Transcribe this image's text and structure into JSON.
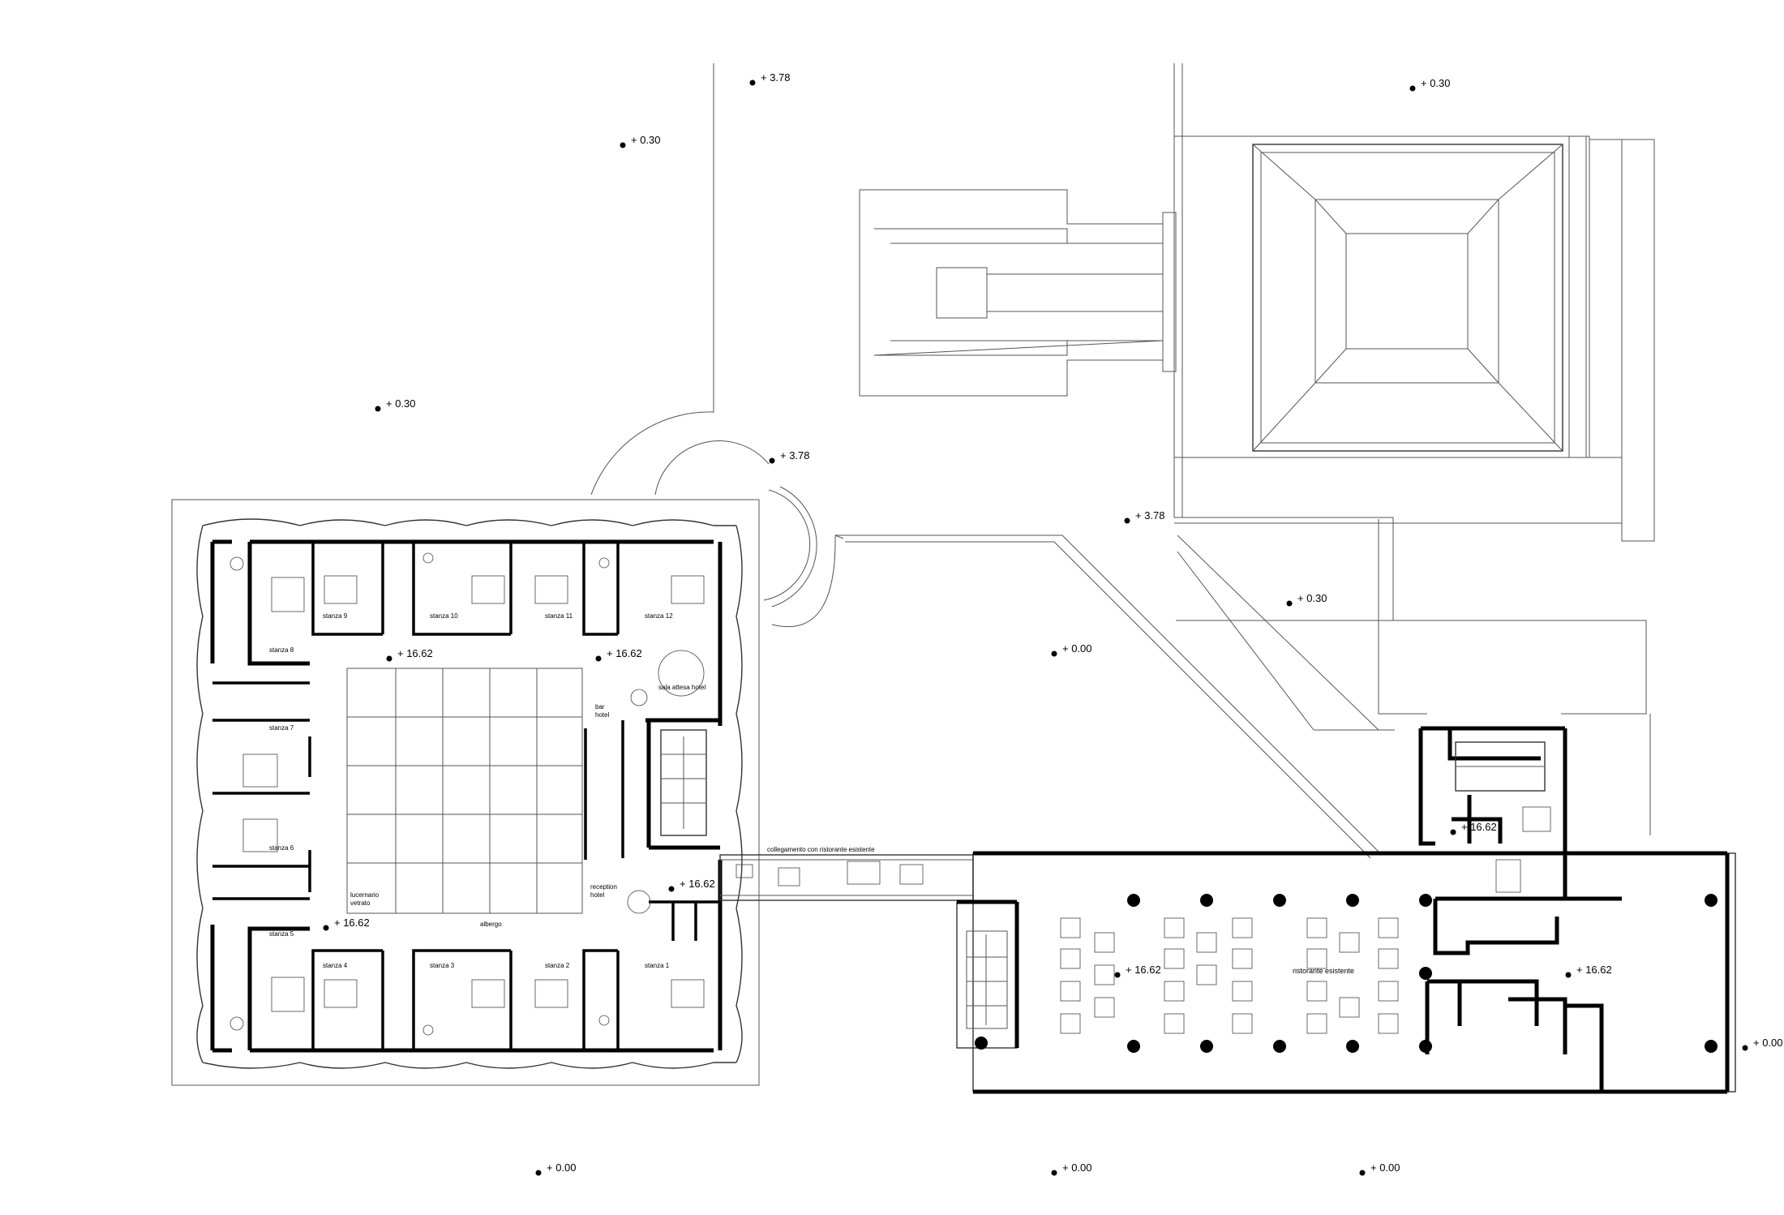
{
  "elevations": {
    "e1": "+ 3.78",
    "e2": "+ 0.30",
    "e3": "+ 0.30",
    "e4": "+ 0.30",
    "e5": "+ 3.78",
    "e6": "+ 3.78",
    "e7": "+ 0.30",
    "e8": "+ 0.00",
    "e9": "+ 16.62",
    "e10": "+ 16.62",
    "e11": "+ 16.62",
    "e12": "+ 16.62",
    "e13": "+ 16.62",
    "e14": "+ 16.62",
    "e15": "+ 16.62",
    "e16": "+ 0.00",
    "e17": "+ 0.00",
    "e18": "+ 0.00",
    "e19": "+ 0.00"
  },
  "rooms": {
    "stanza1": "stanza 1",
    "stanza2": "stanza 2",
    "stanza3": "stanza 3",
    "stanza4": "stanza 4",
    "stanza5": "stanza 5",
    "stanza6": "stanza 6",
    "stanza7": "stanza 7",
    "stanza8": "stanza 8",
    "stanza9": "stanza 9",
    "stanza10": "stanza 10",
    "stanza11": "stanza 11",
    "stanza12": "stanza 12",
    "sala_attesa": "sala attesa hotel",
    "bar_line1": "bar",
    "bar_line2": "hotel",
    "reception_line1": "reception",
    "reception_line2": "hotel",
    "lucernario_line1": "lucernario",
    "lucernario_line2": "vetrato",
    "albergo": "albergo",
    "collegamento": "collegamento con ristorante esistente",
    "ristorante": "ristorante esistente"
  }
}
